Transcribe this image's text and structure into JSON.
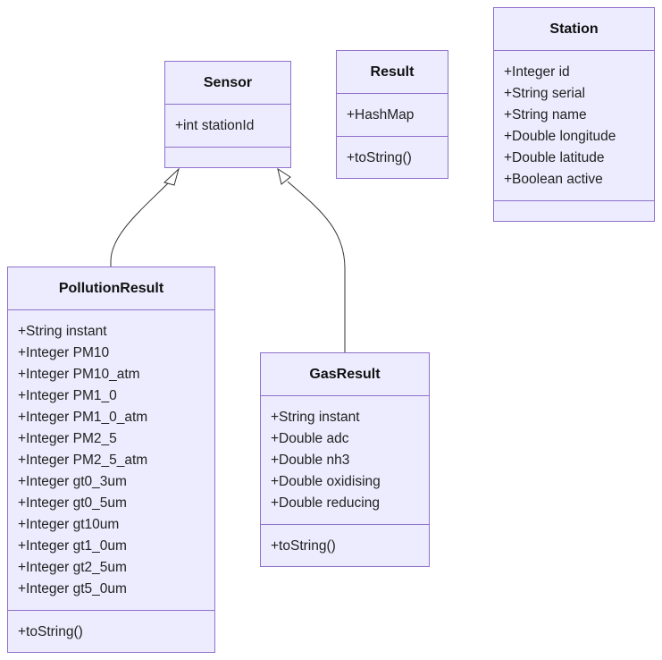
{
  "classes": {
    "sensor": {
      "name": "Sensor",
      "attributes": [
        "+int stationId"
      ],
      "methods": []
    },
    "result": {
      "name": "Result",
      "attributes": [
        "+HashMap"
      ],
      "methods": [
        "+toString()"
      ]
    },
    "station": {
      "name": "Station",
      "attributes": [
        "+Integer id",
        "+String serial",
        "+String name",
        "+Double longitude",
        "+Double latitude",
        "+Boolean active"
      ],
      "methods": []
    },
    "pollution_result": {
      "name": "PollutionResult",
      "attributes": [
        "+String instant",
        "+Integer PM10",
        "+Integer PM10_atm",
        "+Integer PM1_0",
        "+Integer PM1_0_atm",
        "+Integer PM2_5",
        "+Integer PM2_5_atm",
        "+Integer gt0_3um",
        "+Integer gt0_5um",
        "+Integer gt10um",
        "+Integer gt1_0um",
        "+Integer gt2_5um",
        "+Integer gt5_0um"
      ],
      "methods": [
        "+toString()"
      ]
    },
    "gas_result": {
      "name": "GasResult",
      "attributes": [
        "+String instant",
        "+Double adc",
        "+Double nh3",
        "+Double oxidising",
        "+Double reducing"
      ],
      "methods": [
        "+toString()"
      ]
    }
  },
  "relations": [
    {
      "type": "inheritance",
      "from": "PollutionResult",
      "to": "Sensor"
    },
    {
      "type": "inheritance",
      "from": "GasResult",
      "to": "Sensor"
    }
  ],
  "colors": {
    "class_fill": "#ececfe",
    "class_border": "#9071cb",
    "edge": "#333333"
  }
}
